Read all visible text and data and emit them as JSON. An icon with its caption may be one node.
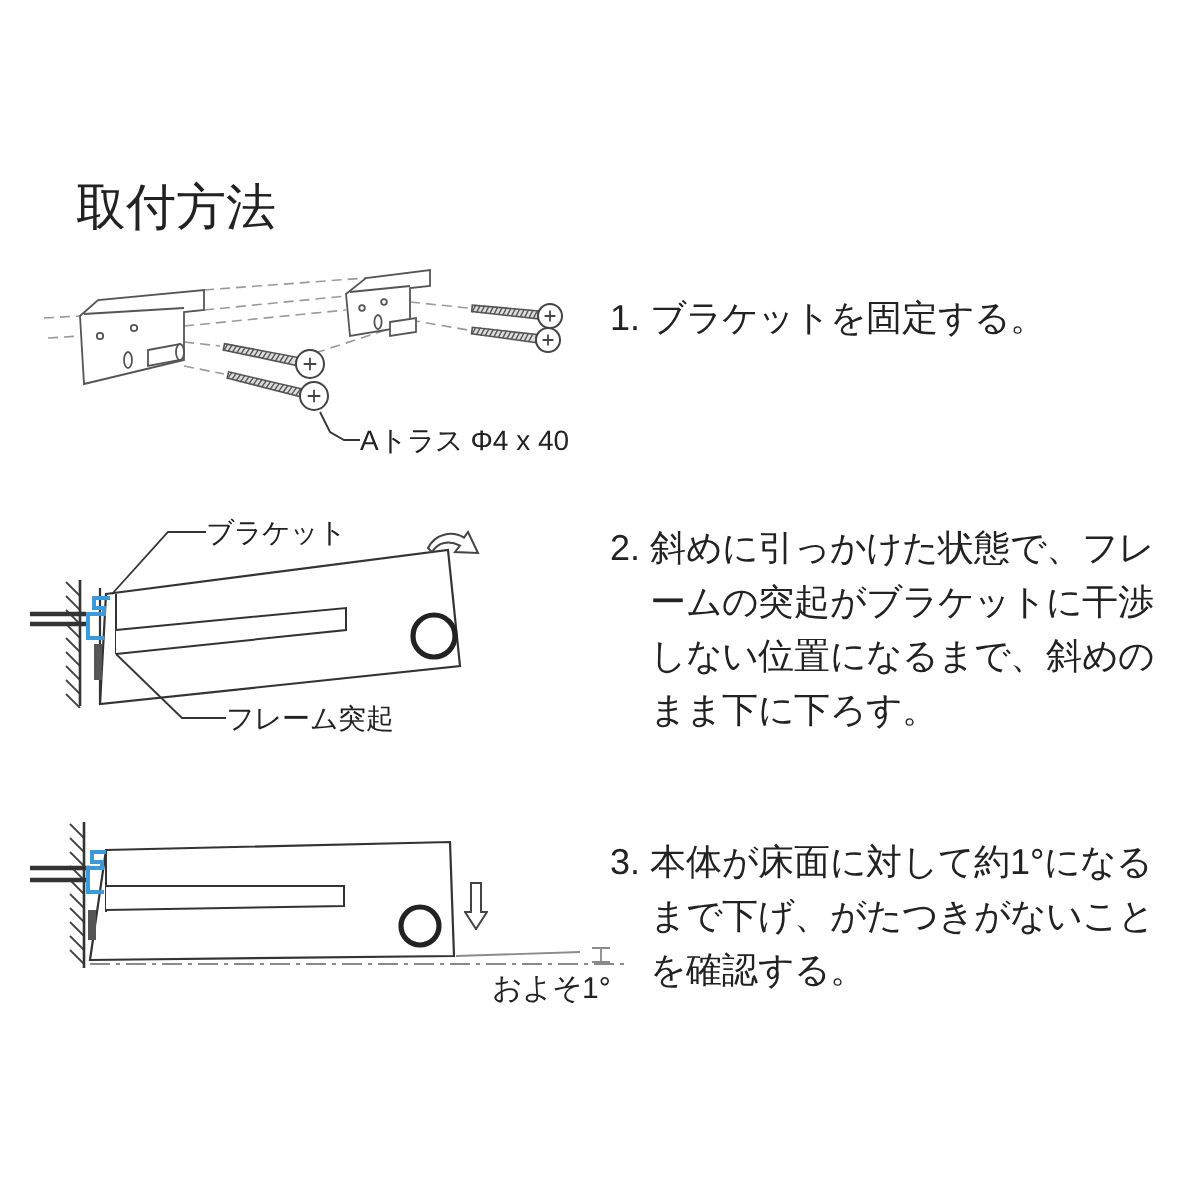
{
  "diagram": {
    "title": "取付方法",
    "nodes": [
      {
        "text": [
          "Aトラス Φ4 x 40"
        ]
      },
      {
        "text": [
          "ブラケット"
        ]
      },
      {
        "text": [
          "フレーム突起"
        ]
      }
    ],
    "edges": [
      {
        "from": 0,
        "to": null,
        "arrow": "none"
      },
      {
        "from": 1,
        "to": null,
        "arrow": "none"
      },
      {
        "from": 2,
        "to": null,
        "arrow": "none"
      }
    ],
    "labels": [
      "1. ブラケットを固定する。",
      "2. 斜めに引っかけた状態で、フレームの突起がブラケットに干渉しない位置になるまで、斜めのまま下に下ろす。",
      "3. 本体が床面に対して約1°になるまで下げ、がたつきがないことを確認する。",
      "およそ1°"
    ]
  }
}
